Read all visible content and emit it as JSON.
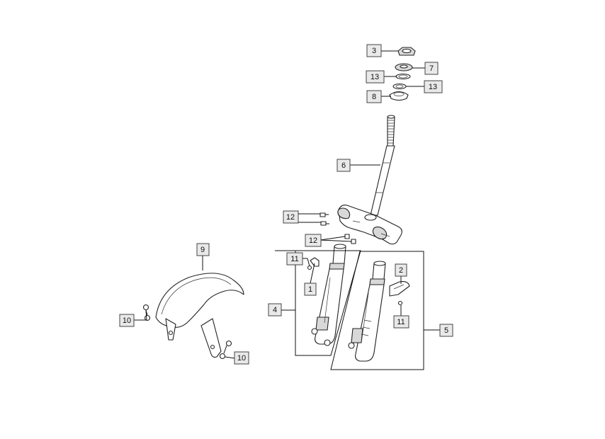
{
  "labels": [
    {
      "id": "c3",
      "text": "3"
    },
    {
      "id": "c7",
      "text": "7"
    },
    {
      "id": "c13a",
      "text": "13"
    },
    {
      "id": "c13b",
      "text": "13"
    },
    {
      "id": "c8",
      "text": "8"
    },
    {
      "id": "c6",
      "text": "6"
    },
    {
      "id": "c12a",
      "text": "12"
    },
    {
      "id": "c12b",
      "text": "12"
    },
    {
      "id": "c9",
      "text": "9"
    },
    {
      "id": "c11a",
      "text": "11"
    },
    {
      "id": "c1",
      "text": "1"
    },
    {
      "id": "c2",
      "text": "2"
    },
    {
      "id": "c4",
      "text": "4"
    },
    {
      "id": "c11b",
      "text": "11"
    },
    {
      "id": "c5",
      "text": "5"
    },
    {
      "id": "c10a",
      "text": "10"
    },
    {
      "id": "c10b",
      "text": "10"
    }
  ]
}
